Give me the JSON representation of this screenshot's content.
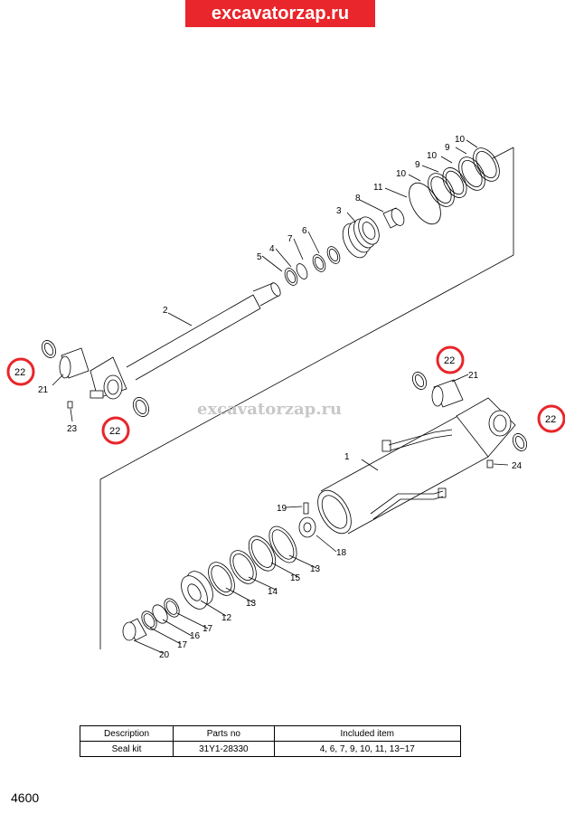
{
  "banner": "excavatorzap.ru",
  "watermark": "excavatorzap.ru",
  "labels": {
    "l1": "1",
    "l2": "2",
    "l3": "3",
    "l4": "4",
    "l5": "5",
    "l6": "6",
    "l7": "7",
    "l8": "8",
    "l9a": "9",
    "l9b": "9",
    "l10a": "10",
    "l10b": "10",
    "l10c": "10",
    "l11": "11",
    "l12": "12",
    "l13a": "13",
    "l13b": "13",
    "l14": "14",
    "l15": "15",
    "l16": "16",
    "l17a": "17",
    "l17b": "17",
    "l18": "18",
    "l19": "19",
    "l20": "20",
    "l21a": "21",
    "l21b": "21",
    "l22a": "22",
    "l22b": "22",
    "l22c": "22",
    "l22d": "22",
    "l23": "23",
    "l24": "24"
  },
  "table": {
    "headers": [
      "Description",
      "Parts no",
      "Included item"
    ],
    "row": [
      "Seal kit",
      "31Y1-28330",
      "4, 6, 7, 9, 10, 11, 13~17"
    ]
  },
  "page_number": "4600",
  "highlight_color": "#e8262b"
}
